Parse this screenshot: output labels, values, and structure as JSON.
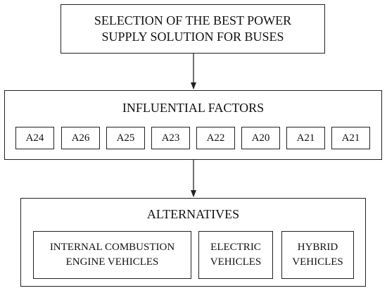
{
  "goal": {
    "line1": "SELECTION OF THE BEST POWER",
    "line2": "SUPPLY SOLUTION FOR BUSES"
  },
  "factors": {
    "title": "INFLUENTIAL FACTORS",
    "items": [
      "A24",
      "A26",
      "A25",
      "A23",
      "A22",
      "A20",
      "A21",
      "A21"
    ]
  },
  "alternatives": {
    "title": "ALTERNATIVES",
    "items": [
      {
        "line1": "INTERNAL COMBUSTION",
        "line2": "ENGINE VEHICLES"
      },
      {
        "line1": "ELECTRIC",
        "line2": "VEHICLES"
      },
      {
        "line1": "HYBRID",
        "line2": "VEHICLES"
      }
    ]
  },
  "colors": {
    "line": "#222222",
    "text": "#111111",
    "background": "#ffffff"
  }
}
